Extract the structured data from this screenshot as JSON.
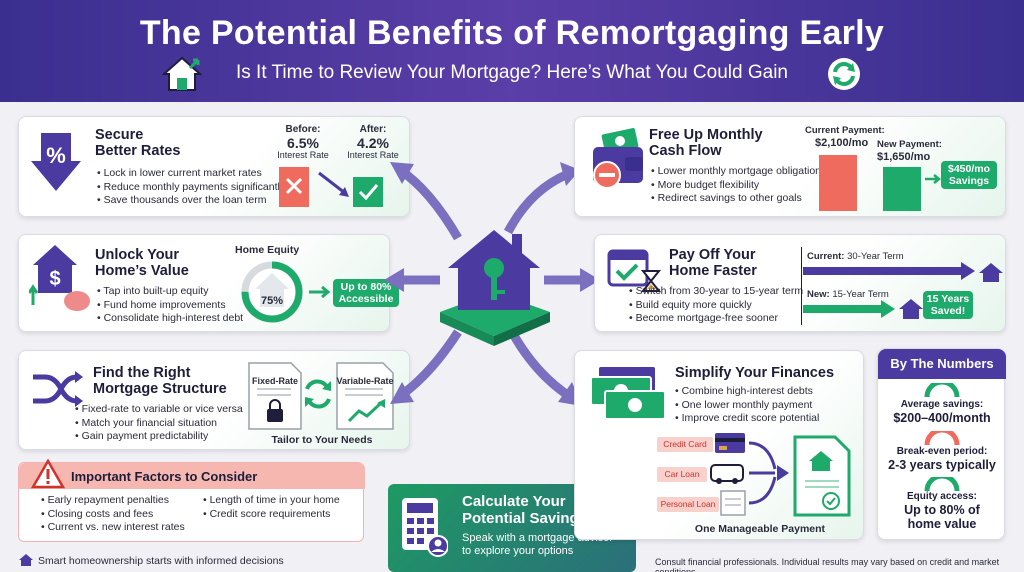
{
  "header": {
    "title": "The Potential Benefits of Remortgaging Early",
    "subtitle": "Is It Time to Review Your Mortgage? Here’s What You Could Gain"
  },
  "colors": {
    "purple": "#4b3aa0",
    "green": "#1eaa6b",
    "red": "#ef6b5e",
    "header": "#3a2f8f"
  },
  "rates": {
    "title": "Secure\nBetter Rates",
    "bullets": [
      "Lock in lower current market rates",
      "Reduce monthly payments significantly",
      "Save thousands over the loan term"
    ],
    "before_label": "Before:",
    "before_value": "6.5%",
    "before_sub": "Interest Rate",
    "after_label": "After:",
    "after_value": "4.2%",
    "after_sub": "Interest Rate"
  },
  "equity": {
    "title": "Unlock Your\nHome’s Value",
    "bullets": [
      "Tap into built-up equity",
      "Fund home improvements",
      "Consolidate high-interest debt"
    ],
    "chart_label": "Home Equity",
    "percent": "75%",
    "percent_value": 75,
    "badge": "Up to 80%\nAccessible"
  },
  "structure": {
    "title": "Find the Right\nMortgage Structure",
    "bullets": [
      "Fixed-rate to variable or vice versa",
      "Match your financial situation",
      "Gain payment predictability"
    ],
    "fixed": "Fixed-Rate",
    "variable": "Variable-Rate",
    "tailor": "Tailor to Your Needs"
  },
  "factors": {
    "title": "Important Factors to Consider",
    "col1": [
      "Early repayment penalties",
      "Closing costs and fees",
      "Current vs. new interest rates"
    ],
    "col2": [
      "Length of time in your home",
      "Credit score requirements"
    ]
  },
  "cashflow": {
    "title": "Free Up Monthly\nCash Flow",
    "bullets": [
      "Lower monthly mortgage obligations",
      "More budget flexibility",
      "Redirect savings to other goals"
    ],
    "current_label": "Current Payment:",
    "current_value": "$2,100/mo",
    "current_amount": 2100,
    "new_label": "New Payment:",
    "new_value": "$1,650/mo",
    "new_amount": 1650,
    "savings": "$450/mo\nSavings"
  },
  "payoff": {
    "title": "Pay Off Your\nHome Faster",
    "bullets": [
      "Switch from 30-year to 15-year term",
      "Build equity more quickly",
      "Become mortgage-free sooner"
    ],
    "current_prefix": "Current:",
    "current_term": " 30-Year Term",
    "new_prefix": "New:",
    "new_term": " 15-Year Term",
    "saved": "15 Years\nSaved!"
  },
  "simplify": {
    "title": "Simplify Your Finances",
    "bullets": [
      "Combine high-interest debts",
      "One lower monthly payment",
      "Improve credit score potential"
    ],
    "debts": [
      "Credit Card",
      "Car Loan",
      "Personal Loan"
    ],
    "result": "One Manageable Payment"
  },
  "numbers": {
    "title": "By The Numbers",
    "items": [
      {
        "label": "Average savings:",
        "value": "$200–400/month"
      },
      {
        "label": "Break-even period:",
        "value": "2-3 years typically"
      },
      {
        "label": "Equity access:",
        "value": "Up to 80% of\nhome value"
      }
    ]
  },
  "calculate": {
    "title": "Calculate Your\nPotential Savings",
    "text": "Speak with a mortgage advisor\nto explore your options"
  },
  "footer": {
    "left": "Smart homeownership starts with informed decisions",
    "right": "Consult financial professionals. Individual results may vary based on credit and market conditions."
  }
}
